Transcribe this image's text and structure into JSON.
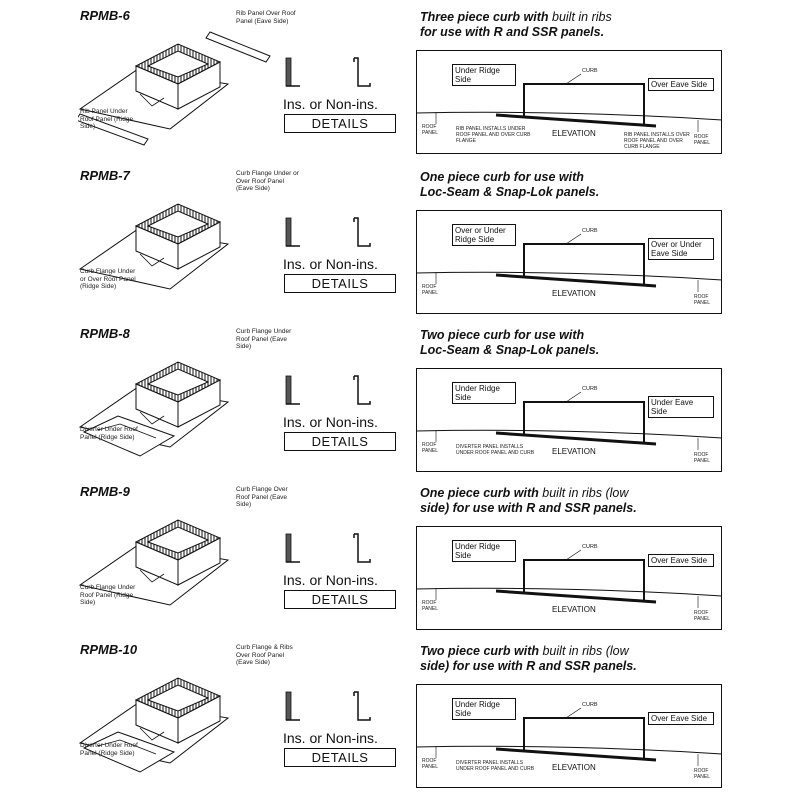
{
  "rows": [
    {
      "model": "RPMB-6",
      "note1": "Rib Panel Over Roof Panel (Eave Side)",
      "note2": "Rib Panel Under Roof Panel (Ridge Side)",
      "ins": "Ins. or Non-ins.",
      "details": "DETAILS",
      "title_line1_bold": "Three piece curb with",
      "title_line1_light": "built in ribs",
      "title_line2": "for use with R and SSR panels.",
      "left_box": "Under Ridge Side",
      "right_box": "Over Eave Side",
      "curb": "CURB",
      "roof_panel": "ROOF PANEL",
      "elevation": "ELEVATION",
      "note_left": "RIB PANEL INSTALLS UNDER ROOF PANEL AND OVER CURB FLANGE",
      "note_right": "RIB PANEL INSTALLS OVER ROOF PANEL AND OVER CURB FLANGE"
    },
    {
      "model": "RPMB-7",
      "note1": "Curb Flange Under or Over Roof Panel (Eave Side)",
      "note2": "Curb Flange Under or Over Roof Panel (Ridge Side)",
      "ins": "Ins. or Non-ins.",
      "details": "DETAILS",
      "title_line1_bold": "One piece curb for use with",
      "title_line1_light": "",
      "title_line2": "Loc-Seam & Snap-Lok panels.",
      "left_box": "Over or Under Ridge Side",
      "right_box": "Over or Under Eave Side",
      "curb": "CURB",
      "roof_panel": "ROOF PANEL",
      "elevation": "ELEVATION",
      "note_left": "",
      "note_right": ""
    },
    {
      "model": "RPMB-8",
      "note1": "Curb Flange Under Roof Panel (Eave Side)",
      "note2": "Diverter Under Roof Panel (Ridge Side)",
      "ins": "Ins. or Non-ins.",
      "details": "DETAILS",
      "title_line1_bold": "Two piece curb for use with",
      "title_line1_light": "",
      "title_line2": "Loc-Seam & Snap-Lok panels.",
      "left_box": "Under Ridge Side",
      "right_box": "Under Eave Side",
      "curb": "CURB",
      "roof_panel": "ROOF PANEL",
      "elevation": "ELEVATION",
      "note_left": "DIVERTER PANEL INSTALLS UNDER ROOF PANEL AND CURB",
      "note_right": ""
    },
    {
      "model": "RPMB-9",
      "note1": "Curb Flange Over Roof Panel (Eave Side)",
      "note2": "Curb Flange Under Roof Panel (Ridge Side)",
      "ins": "Ins. or Non-ins.",
      "details": "DETAILS",
      "title_line1_bold": "One piece curb with",
      "title_line1_light": "built in ribs (low",
      "title_line2": "side) for use with R and SSR panels.",
      "left_box": "Under Ridge Side",
      "right_box": "Over Eave Side",
      "curb": "CURB",
      "roof_panel": "ROOF PANEL",
      "elevation": "ELEVATION",
      "note_left": "",
      "note_right": ""
    },
    {
      "model": "RPMB-10",
      "note1": "Curb Flange & Ribs Over Roof Panel (Eave Side)",
      "note2": "Diverter Under Roof Panel (Ridge Side)",
      "ins": "Ins. or Non-ins.",
      "details": "DETAILS",
      "title_line1_bold": "Two piece curb with",
      "title_line1_light": "built in ribs (low",
      "title_line2": "side) for use with R and SSR panels.",
      "left_box": "Under Ridge Side",
      "right_box": "Over Eave Side",
      "curb": "CURB",
      "roof_panel": "ROOF PANEL",
      "elevation": "ELEVATION",
      "note_left": "DIVERTER PANEL INSTALLS UNDER ROOF PANEL AND CURB",
      "note_right": ""
    }
  ],
  "colors": {
    "ink": "#111111",
    "paper": "#ffffff"
  }
}
